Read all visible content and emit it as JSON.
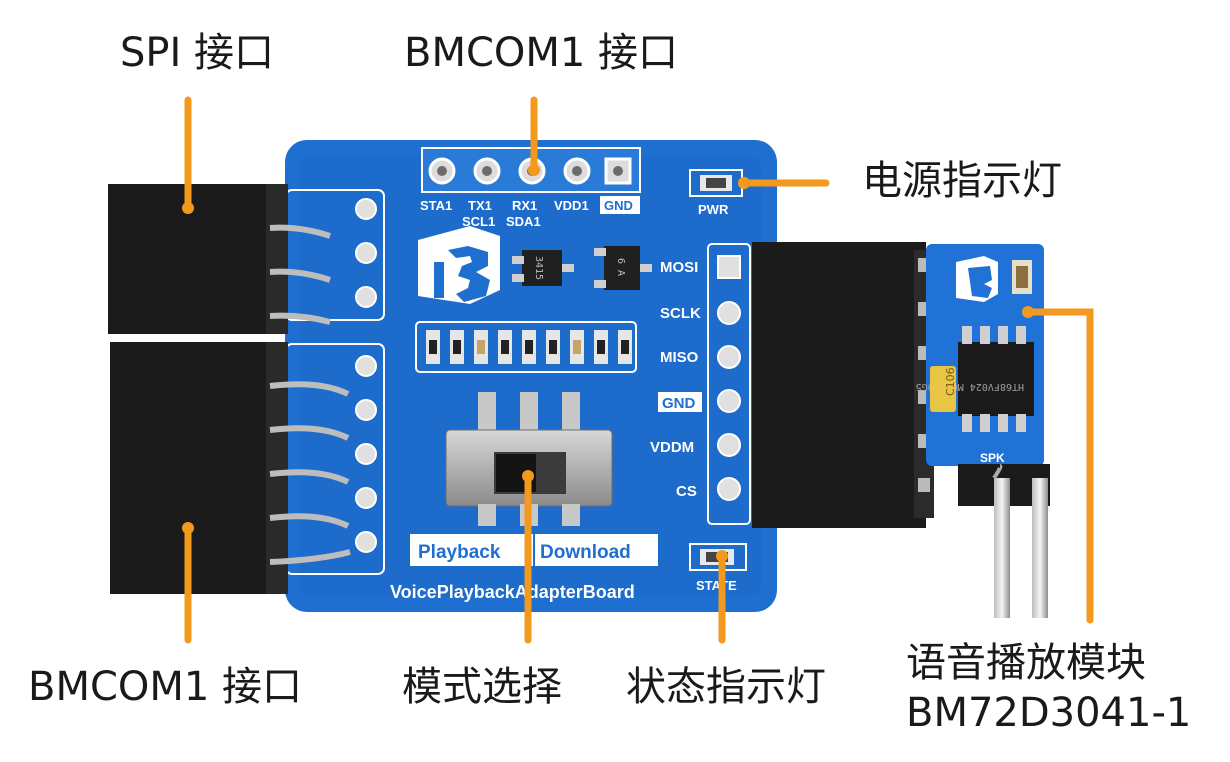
{
  "colors": {
    "pcb_blue": "#1f6fd0",
    "pcb_blue_dark": "#1859b0",
    "callout_orange": "#f39a1e",
    "header_black": "#1b1b1b"
  },
  "callouts": {
    "spi": "SPI 接口",
    "bmcom1_top": "BMCOM1 接口",
    "power_led": "电源指示灯",
    "bmcom1_bottom": "BMCOM1 接口",
    "mode_select": "模式选择",
    "status_led": "状态指示灯",
    "voice_module_line1": "语音播放模块",
    "voice_module_line2": "BM72D3041-1"
  },
  "board": {
    "top_pins": [
      "STA1",
      "TX1",
      "RX1",
      "VDD1",
      "GND"
    ],
    "top_pins_second_row": [
      "SCL1",
      "SDA1"
    ],
    "pwr_label": "PWR",
    "right_pins": [
      "MOSI",
      "SCLK",
      "MISO",
      "GND",
      "VDDM",
      "CS"
    ],
    "switch_left": "Playback",
    "switch_right": "Download",
    "state_label": "STATE",
    "board_name": "VoicePlaybackAdapterBoard",
    "ic_marking_1": "3415",
    "ic_marking_2": "6 A"
  },
  "module": {
    "chip_marking": "HT68FV024\nMGK009G5",
    "cap_label": "C106",
    "spk_label": "SPK"
  }
}
